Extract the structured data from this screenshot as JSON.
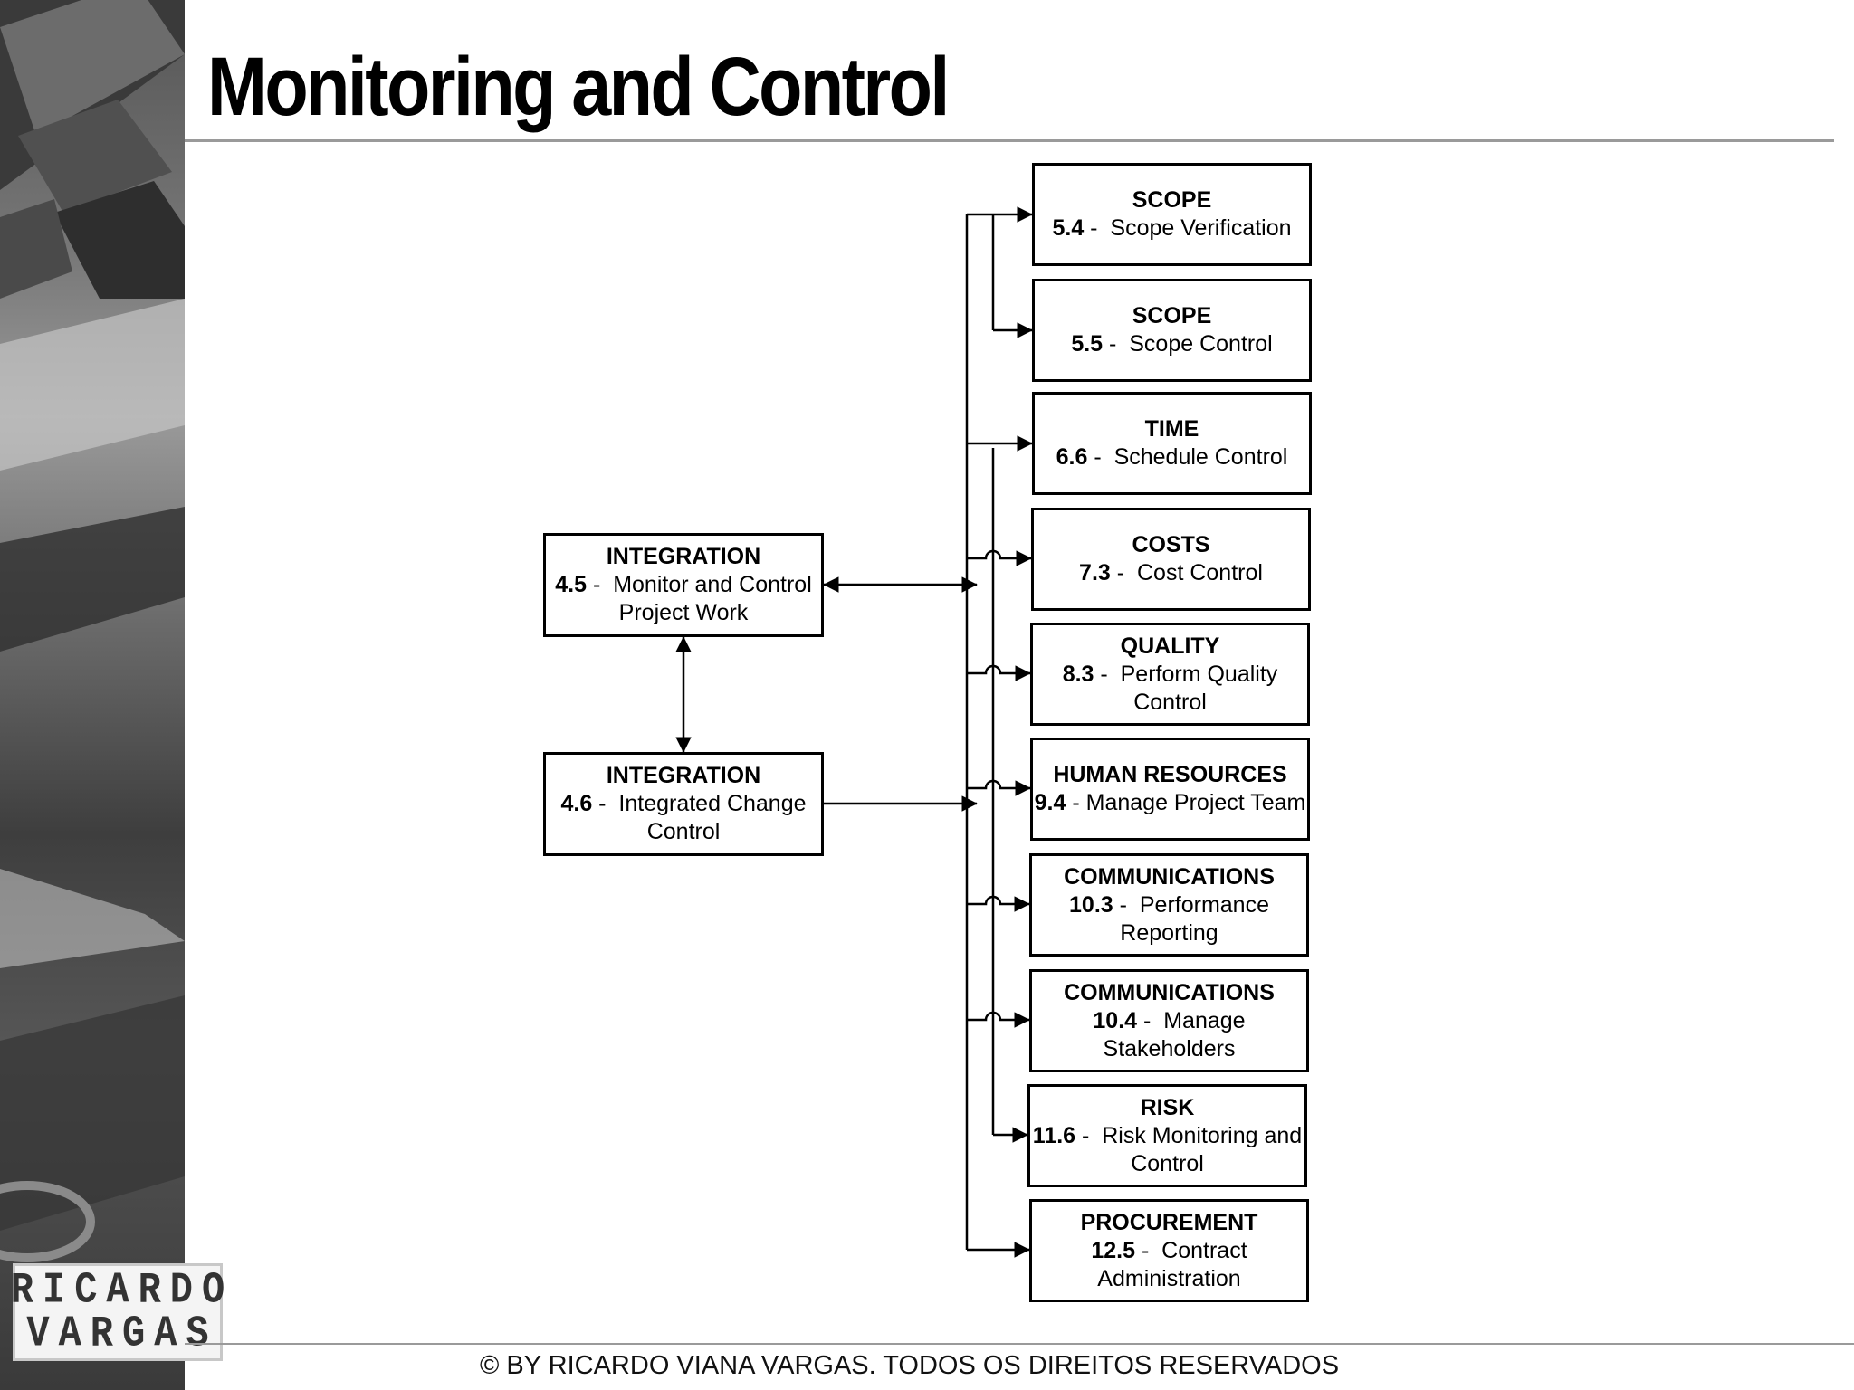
{
  "title": "Monitoring and Control",
  "footer": "© BY RICARDO VIANA VARGAS. TODOS OS DIREITOS RESERVADOS",
  "logo": {
    "line1": "RICARDO",
    "line2": "VARGAS"
  },
  "integration_boxes": [
    {
      "category": "INTEGRATION",
      "code": "4.5",
      "sep": " -  ",
      "name": "Monitor and Control Project Work"
    },
    {
      "category": "INTEGRATION",
      "code": "4.6",
      "sep": " -  ",
      "name": "Integrated Change Control"
    }
  ],
  "processes": [
    {
      "category": "SCOPE",
      "code": "5.4",
      "sep": " -  ",
      "name": "Scope Verification"
    },
    {
      "category": "SCOPE",
      "code": "5.5",
      "sep": " -  ",
      "name": "Scope Control"
    },
    {
      "category": "TIME",
      "code": "6.6",
      "sep": " -  ",
      "name": "Schedule Control"
    },
    {
      "category": "COSTS",
      "code": "7.3",
      "sep": " -  ",
      "name": "Cost Control"
    },
    {
      "category": "QUALITY",
      "code": "8.3",
      "sep": " -  ",
      "name": "Perform Quality Control"
    },
    {
      "category": "HUMAN RESOURCES",
      "code": "9.4",
      "sep": " - ",
      "name": "Manage Project Team"
    },
    {
      "category": "COMMUNICATIONS",
      "code": "10.3",
      "sep": " -  ",
      "name": "Performance Reporting"
    },
    {
      "category": "COMMUNICATIONS",
      "code": "10.4",
      "sep": " -  ",
      "name": "Manage Stakeholders"
    },
    {
      "category": "RISK",
      "code": "11.6",
      "sep": " -  ",
      "name": "Risk Monitoring and Control"
    },
    {
      "category": "PROCUREMENT",
      "code": "12.5",
      "sep": " -  ",
      "name": "Contract Administration"
    }
  ]
}
